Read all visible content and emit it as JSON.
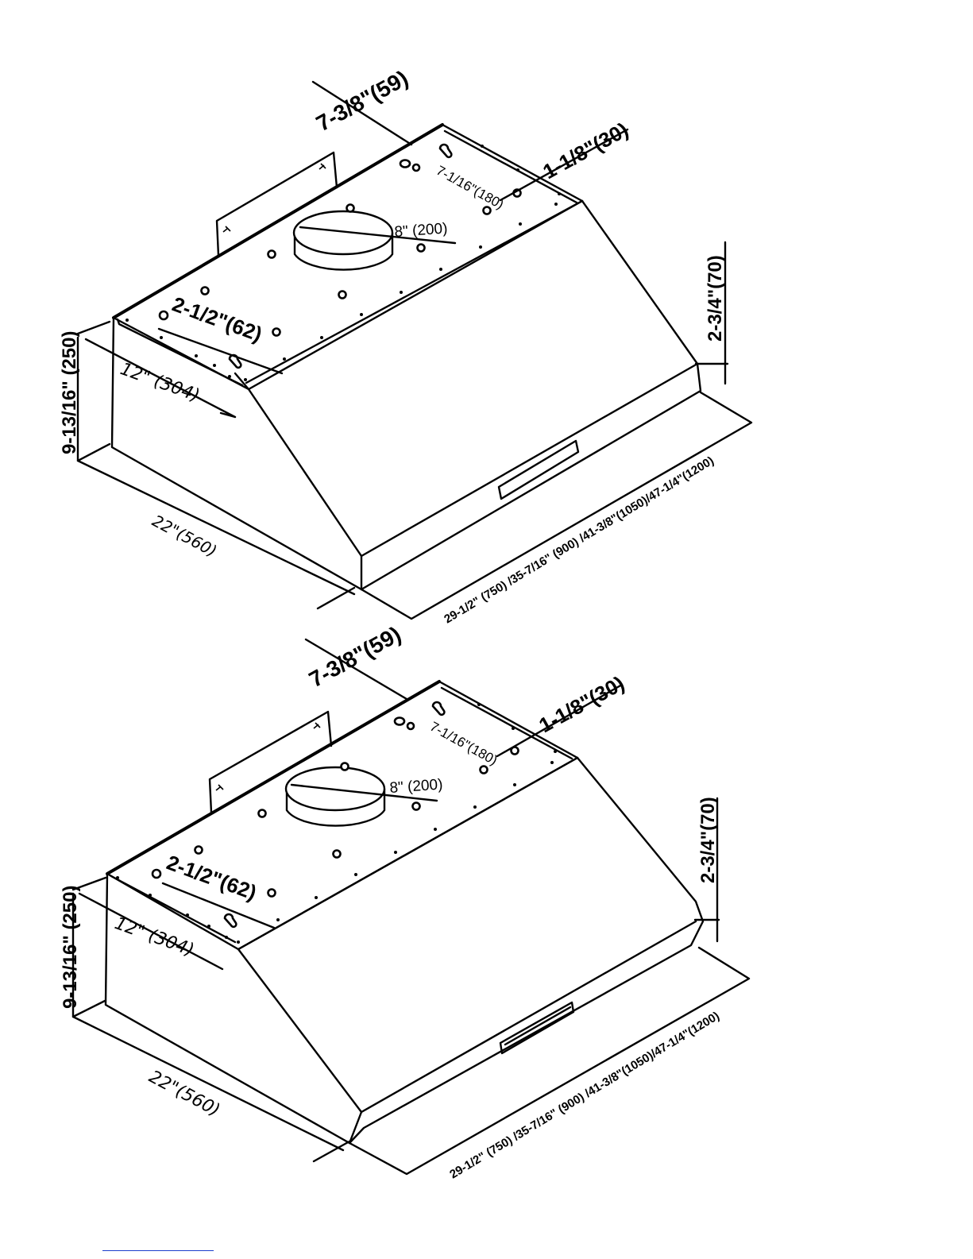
{
  "drawings": [
    {
      "dims": {
        "offset": "7-3/8\"(59)",
        "screw": "1-1/8\"(30)",
        "rear": "7-1/16\"(180)",
        "duct": "8\"  (200)",
        "slot": "2-1/2\"(62)",
        "height": "9-13/16\"  (250)",
        "depth_top": "12\"  (304)",
        "front_h": "2-3/4\"(70)",
        "depth": "22\"(560)",
        "width": "29-1/2\" (750) /35-7/16\" (900) /41-3/8\"(1050)/47-1/4\"(1200)"
      }
    },
    {
      "dims": {
        "offset": "7-3/8\"(59)",
        "screw": "1-1/8\"(30)",
        "rear": "7-1/16\"(180)",
        "duct": "8\"  (200)",
        "slot": "2-1/2\"(62)",
        "height": "9-13/16\"  (250)",
        "depth_top": "12\"  (304)",
        "front_h": "2-3/4\"(70)",
        "depth": "22\"(560)",
        "width": "29-1/2\" (750) /35-7/16\" (900) /41-3/8\"(1050)/47-1/4\"(1200)"
      }
    }
  ]
}
